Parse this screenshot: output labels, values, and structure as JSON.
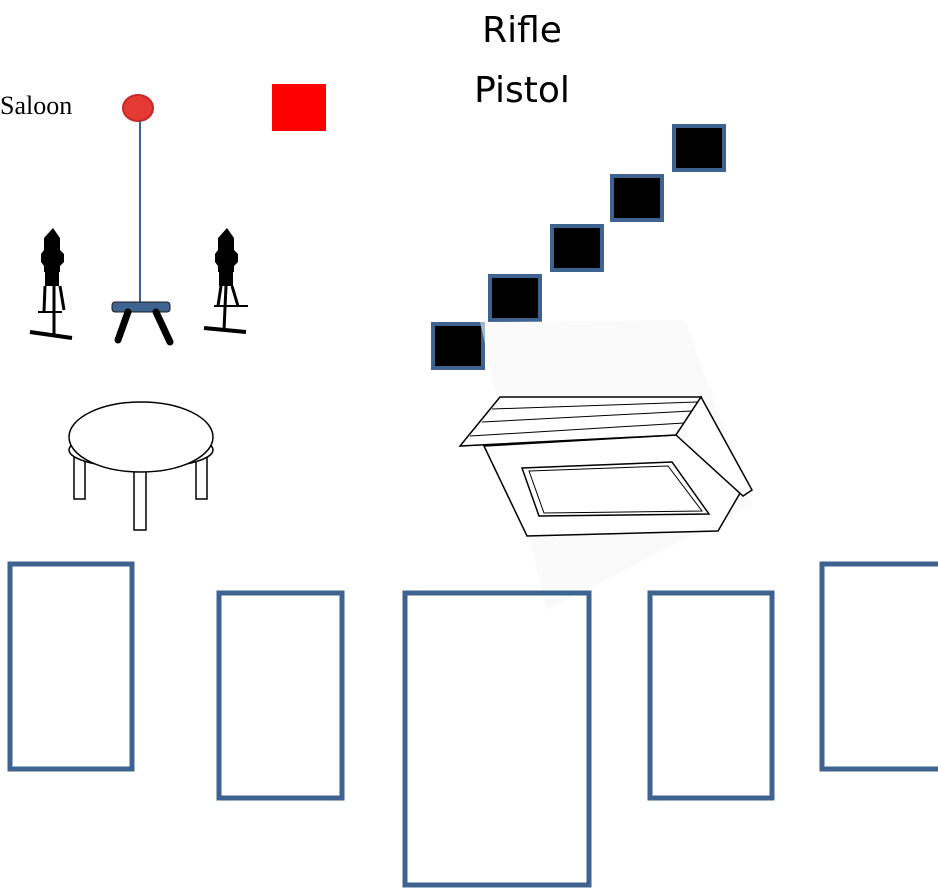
{
  "labels": {
    "rifle": "Rifle",
    "pistol": "Pistol",
    "saloon": "Saloon"
  },
  "colors": {
    "frame_blue": "#3F6391",
    "target_red": "#FF0000",
    "popper_red": "#E53935",
    "plate_fill": "#000000",
    "ink": "#000000"
  },
  "elements": {
    "popper": "popper-target",
    "red_marker": "red-square-target",
    "steel_plates": "steel-plate-targets",
    "silhouettes": "silhouette-targets",
    "round_table": "round-table",
    "shooting_box": "shooting-box",
    "bays": "shooting-bays"
  }
}
